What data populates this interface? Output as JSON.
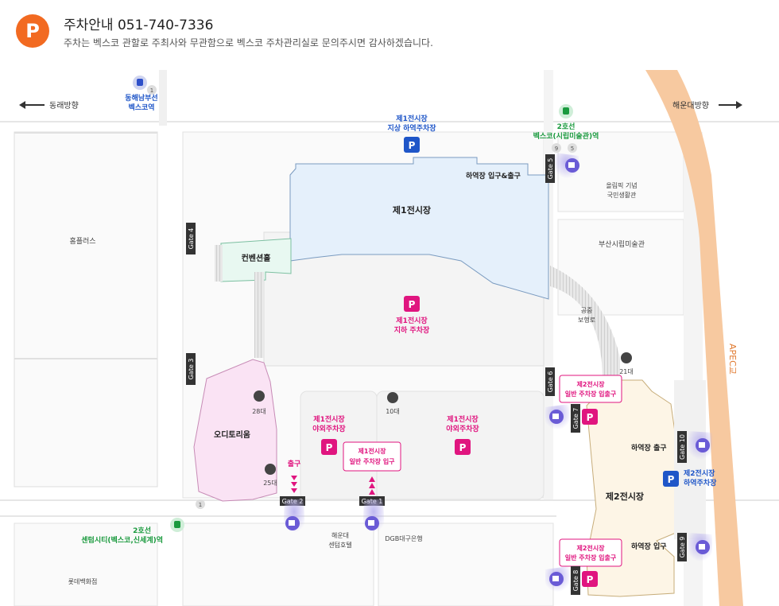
{
  "header": {
    "badge": "P",
    "title": "주차안내 051-740-7336",
    "subtitle": "주차는 벡스코 관할로 주최사와 무관함으로 벡스코 주차관리실로 문의주시면 감사하겠습니다."
  },
  "colors": {
    "accent": "#f26a21",
    "pink": "#e0157f",
    "blue": "#1f56c8",
    "green": "#1a9a3e",
    "camera": "#6a5bd6",
    "river": "#f7c9a0",
    "hall1": "#e5f0fb",
    "convention": "#e8f8f1",
    "auditorium": "#fae3f4",
    "hall2": "#fdf5e6",
    "lot": "#f3f3f3"
  },
  "map": {
    "directions": {
      "west": "동래방향",
      "east": "해운대방향"
    },
    "bridge": "APEC교",
    "subway": {
      "line": "1",
      "station1": [
        "동해남부선",
        "벡스코역"
      ],
      "line2": "2호선",
      "station2": "벡스코(시립미술관)역",
      "exits_top": [
        "9",
        "5"
      ],
      "exit_bottom": "1",
      "line2b": "2호선",
      "station3": "센텀시티(벡스코,신세계)역"
    },
    "buildings": {
      "hall1": "제1전시장",
      "hall2": "제2전시장",
      "convention": "컨벤션홀",
      "auditorium": "오디토리움",
      "homeplus": "홈플러스",
      "olympic": [
        "올림픽 기념",
        "국민생활관"
      ],
      "museum": "부산시립미술관",
      "hotel": [
        "해운대",
        "센텀호텔"
      ],
      "bank": "DGB대구은행",
      "lotte": "롯데백화점",
      "walkway": [
        "공중",
        "보행로"
      ]
    },
    "parking": {
      "hall1_ground": [
        "제1전시장",
        "지상 하역주차장"
      ],
      "hall1_under": [
        "제1전시장",
        "지하 주차장"
      ],
      "outdoor_left": [
        "제1전시장",
        "야외주차장"
      ],
      "outdoor_right": [
        "제1전시장",
        "야외주차장"
      ],
      "general_entry": [
        "제1전시장",
        "일반 주차장 입구"
      ],
      "hall2_general_top": [
        "제2전시장",
        "일반 주차장 입출구"
      ],
      "hall2_general_bottom": [
        "제2전시장",
        "일반 주차장 입출구"
      ],
      "hall2_loading": [
        "제2전시장",
        "하역주차장"
      ]
    },
    "labels": {
      "loading_inout": "하역장 입구&출구",
      "loading_exit": "하역장 출구",
      "loading_entry": "하역장 입구",
      "exit": "출구"
    },
    "gates": [
      "Gate 1",
      "Gate 2",
      "Gate 3",
      "Gate 4",
      "Gate 5",
      "Gate 6",
      "Gate 7",
      "Gate 8",
      "Gate 9",
      "Gate 10"
    ],
    "bikes": {
      "b28": "28대",
      "b25": "25대",
      "b10": "10대",
      "b21": "21대"
    },
    "p": "P"
  }
}
